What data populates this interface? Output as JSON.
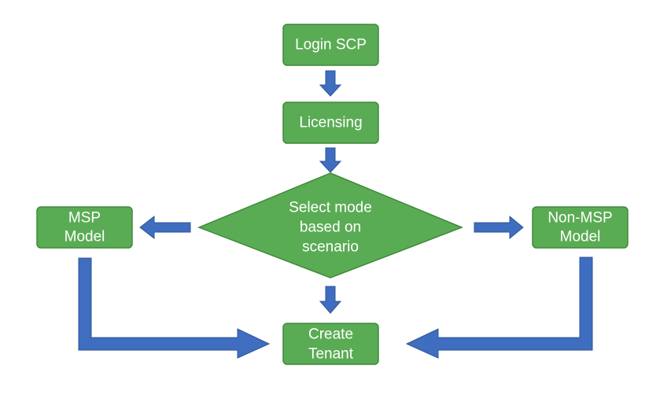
{
  "nodes": {
    "login": {
      "lines": [
        "Login SCP"
      ]
    },
    "licensing": {
      "lines": [
        "Licensing"
      ]
    },
    "decision": {
      "lines": [
        "Select mode",
        "based on",
        "scenario"
      ]
    },
    "msp": {
      "lines": [
        "MSP",
        "Model"
      ]
    },
    "non_msp": {
      "lines": [
        "Non-MSP",
        "Model"
      ]
    },
    "create_tenant": {
      "lines": [
        "Create",
        "Tenant"
      ]
    }
  },
  "colors": {
    "node_fill": "#5aac54",
    "node_stroke": "#3f8a3a",
    "node_text": "#ffffff",
    "arrow_fill": "#3f6dbf",
    "arrow_stroke": "#2d5596"
  }
}
